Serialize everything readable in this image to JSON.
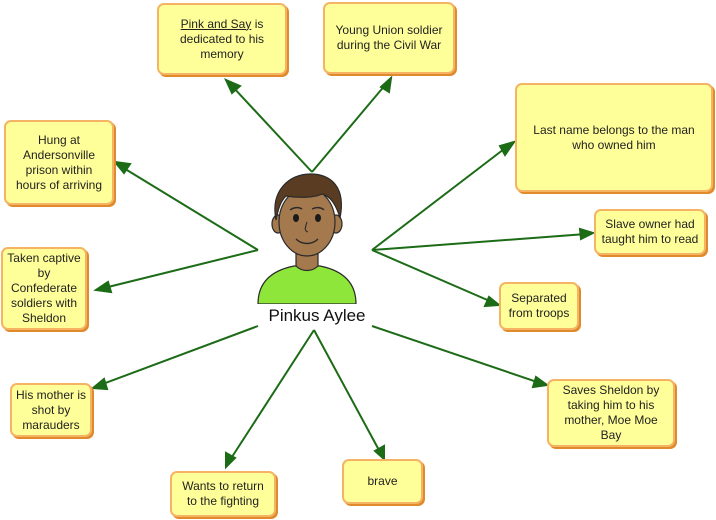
{
  "center": {
    "name": "Pinkus Aylee",
    "icon": "boy-portrait-icon"
  },
  "colors": {
    "link": "#1c6b16",
    "node_fill": "#ffff99",
    "node_border": "#f5b463",
    "shirt": "#8ee63a"
  },
  "nodes": [
    {
      "id": "dedication",
      "title": "Pink and Say",
      "text": " is dedicated to his memory"
    },
    {
      "id": "union-soldier",
      "text": "Young Union soldier during the Civil War"
    },
    {
      "id": "last-name",
      "text": "Last name belongs to the man who owned him"
    },
    {
      "id": "hung",
      "text": "Hung at Andersonville prison within hours of arriving"
    },
    {
      "id": "taught-read",
      "text": "Slave owner had taught him to read"
    },
    {
      "id": "captive",
      "text": "Taken captive by Confederate soldiers with Sheldon"
    },
    {
      "id": "separated",
      "text": "Separated from troops"
    },
    {
      "id": "mother-shot",
      "text": "His mother is shot by marauders"
    },
    {
      "id": "saves-sheldon",
      "text": "Saves Sheldon by taking him to his mother, Moe Moe Bay"
    },
    {
      "id": "return-fighting",
      "text": "Wants to return to the fighting"
    },
    {
      "id": "brave",
      "text": "brave"
    }
  ]
}
